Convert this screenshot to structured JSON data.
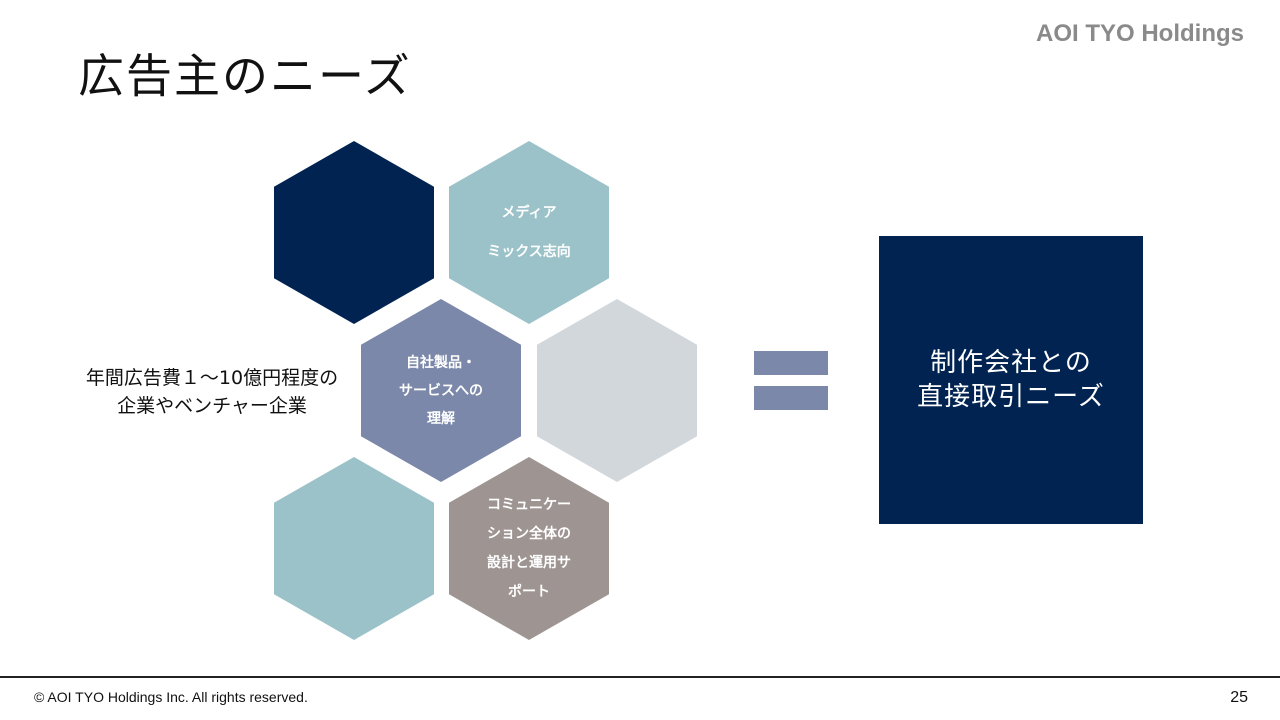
{
  "slide": {
    "title": "広告主のニーズ",
    "brand": "AOI TYO Holdings",
    "page_number": "25"
  },
  "side_label": {
    "line1": "年間広告費１～10億円程度の",
    "line2": "企業やベンチャー企業"
  },
  "hexagons": [
    {
      "color": "#012351",
      "lines": []
    },
    {
      "color": "#9bc2c8",
      "lines": [
        "メディア",
        "ミックス志向"
      ]
    },
    {
      "color": "#7b88a9",
      "lines": [
        "自社製品・",
        "サービスへの",
        "理解"
      ]
    },
    {
      "color": "#d2d7dc",
      "lines": []
    },
    {
      "color": "#9bc2c8",
      "lines": []
    },
    {
      "color": "#9e9593",
      "lines": [
        "コミュニケー",
        "ション全体の",
        "設計と運用サ",
        "ポート"
      ]
    }
  ],
  "equals": {
    "top_color": "#7b88a9",
    "bottom_color": "#7b88a9"
  },
  "result": {
    "line1": "制作会社との",
    "line2": "直接取引ニーズ",
    "color": "#012351"
  },
  "footer": {
    "copyright": "© AOI TYO Holdings Inc. All rights reserved."
  }
}
